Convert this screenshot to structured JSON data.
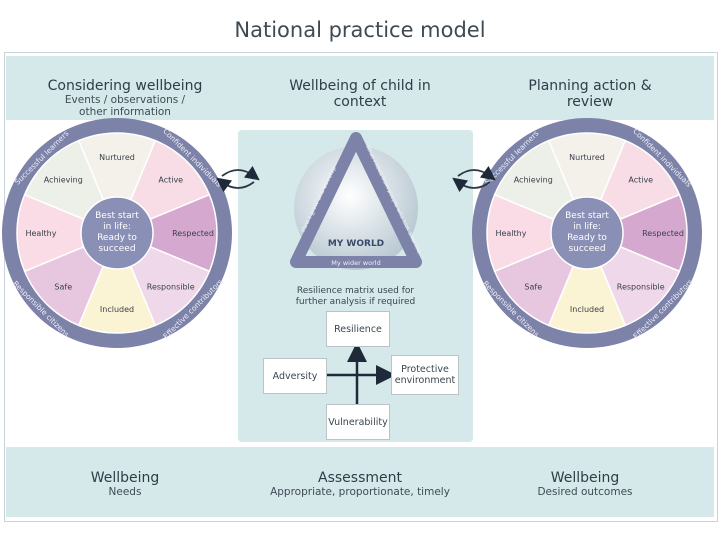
{
  "title": "National practice model",
  "headers": {
    "left": {
      "title": "Considering wellbeing",
      "sub": "Events / observations / other information"
    },
    "center": {
      "title": "Wellbeing of child in context"
    },
    "right": {
      "title": "Planning action & review"
    }
  },
  "footer": {
    "left": {
      "title": "Wellbeing",
      "sub": "Needs"
    },
    "center": {
      "title": "Assessment",
      "sub": "Appropriate, proportionate, timely"
    },
    "right": {
      "title": "Wellbeing",
      "sub": "Desired outcomes"
    }
  },
  "wheel": {
    "center_text": [
      "Best start",
      "in life:",
      "Ready to",
      "succeed"
    ],
    "segments": [
      "Nurtured",
      "Active",
      "Respected",
      "Responsible",
      "Included",
      "Safe",
      "Healthy",
      "Achieving"
    ],
    "ring_labels": [
      "Successful learners",
      "Confident individuals",
      "Effective contributors",
      "Responsible citizens"
    ]
  },
  "triangle": {
    "label": "MY WORLD",
    "sub": "My wider world",
    "left_side": "How I grow and develop",
    "right_side": "What I need from people who look after me"
  },
  "matrix": {
    "caption": [
      "Resilience matrix used for",
      "further analysis if required"
    ],
    "top": "Resilience",
    "bottom": "Vulnerability",
    "left": "Adversity",
    "right": "Protective environment"
  },
  "colors": {
    "band": "#d5e8ea",
    "ring": "#7d82a8",
    "hub": "#8a8fb6",
    "segments": [
      "#f3f1ea",
      "#f8dde6",
      "#d5a9cf",
      "#efd8ea",
      "#fbf4d4",
      "#e7c7e0",
      "#f9dce6",
      "#edf0e8"
    ]
  }
}
